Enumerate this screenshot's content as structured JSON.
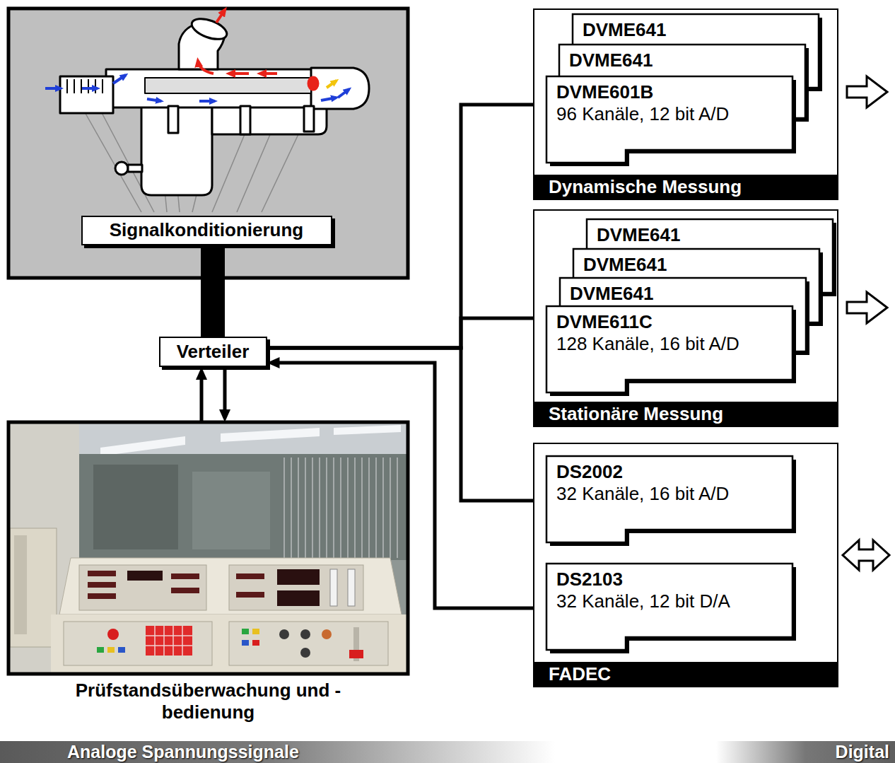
{
  "diagram": {
    "nodes": [
      {
        "text": [
          "Signalkonditionierung"
        ]
      },
      {
        "text": [
          "Verteiler"
        ]
      },
      {
        "text": [
          "Prüfstandsüberwachung und -bedienung"
        ]
      },
      {
        "text": [
          "Dynamische Messung"
        ]
      },
      {
        "text": [
          "DVME641"
        ],
        "in": 3
      },
      {
        "text": [
          "DVME641"
        ],
        "in": 3
      },
      {
        "text": [
          "DVME601B",
          "96 Kanäle, 12 bit A/D"
        ],
        "in": 3
      },
      {
        "text": [
          "Stationäre Messung"
        ]
      },
      {
        "text": [
          "DVME641"
        ],
        "in": 7
      },
      {
        "text": [
          "DVME641"
        ],
        "in": 7
      },
      {
        "text": [
          "DVME641"
        ],
        "in": 7
      },
      {
        "text": [
          "DVME611C",
          "128 Kanäle, 16 bit A/D"
        ],
        "in": 7
      },
      {
        "text": [
          "FADEC"
        ]
      },
      {
        "text": [
          "DS2002",
          "32 Kanäle, 16 bit A/D"
        ],
        "in": 12
      },
      {
        "text": [
          "DS2103",
          "32 Kanäle, 12 bit D/A"
        ],
        "in": 12
      }
    ],
    "edges": [
      {
        "from": 0,
        "to": 1,
        "arrow": "none"
      },
      {
        "from": 1,
        "to": 6,
        "arrow": "to"
      },
      {
        "from": 1,
        "to": 11,
        "arrow": "to"
      },
      {
        "from": 1,
        "to": 13,
        "arrow": "to"
      },
      {
        "from": 14,
        "to": 1,
        "arrow": "to"
      },
      {
        "from": 2,
        "to": 1,
        "arrow": "to"
      },
      {
        "from": 1,
        "to": 2,
        "arrow": "to"
      }
    ],
    "labels": [
      "Analoge Spannungssignale",
      "Digital"
    ]
  }
}
